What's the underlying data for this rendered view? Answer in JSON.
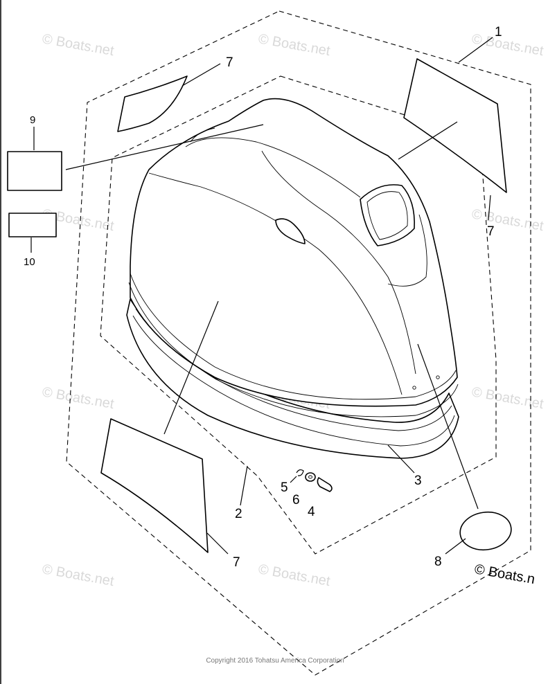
{
  "callouts": {
    "c1": "1",
    "c2": "2",
    "c3": "3",
    "c4": "4",
    "c5": "5",
    "c6": "6",
    "c7a": "7",
    "c7b": "7",
    "c7c": "7",
    "c8": "8",
    "c9": "9",
    "c10": "10"
  },
  "watermark": {
    "text": "© Boats.net",
    "corner_text": "© Boats.n"
  },
  "copyright": "Copyright 2016 Tohatsu America Corporation"
}
